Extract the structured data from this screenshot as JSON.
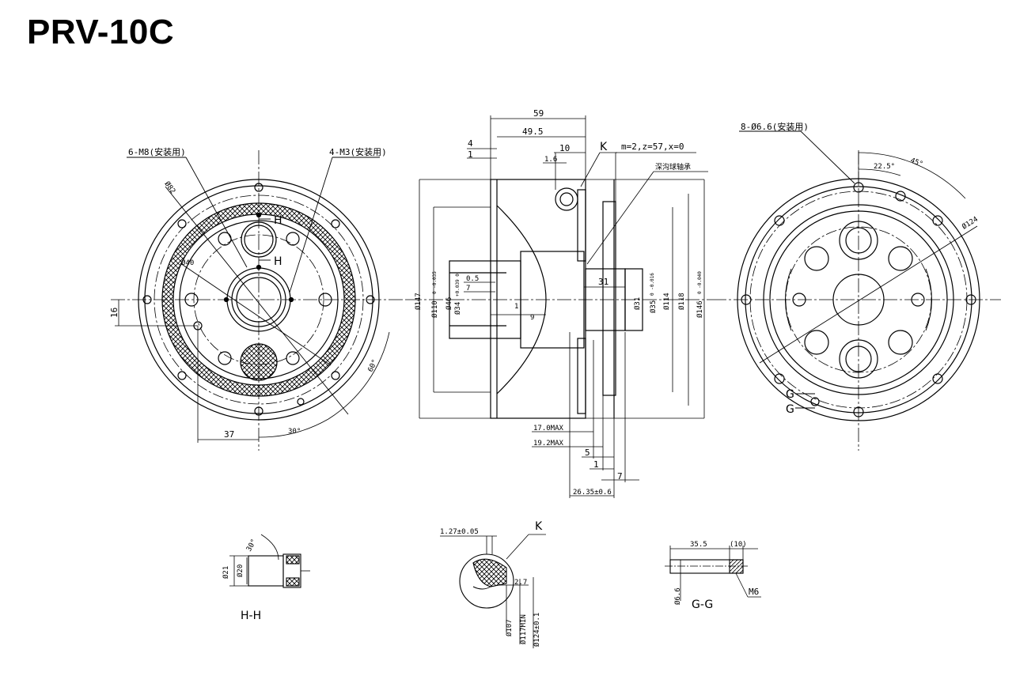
{
  "title": "PRV-10C",
  "left_view": {
    "callout_m8": "6-M8(安装用)",
    "callout_m3": "4-M3(安装用)",
    "dia_82": "Ø82",
    "dia_40": "Ø40",
    "sect_h_top": "H",
    "sect_h_mid": "H",
    "dim_16": "16",
    "dim_37": "37",
    "ang_30": "30°",
    "ang_60": "60°"
  },
  "center_view": {
    "dim_59": "59",
    "dim_49_5": "49.5",
    "dim_4": "4",
    "dim_1_top": "1",
    "dim_10": "10",
    "dim_1_6": "1.6",
    "label_k": "K",
    "gear_spec": "m=2,z=57,x=0",
    "bearing_note": "深沟球轴承",
    "dia_147": "Ø147",
    "dia_110": "Ø110",
    "tol_110": "0 -0.035",
    "dia_46": "Ø46",
    "dia_34": "Ø34",
    "tol_34": "+0.039 0",
    "dim_0_5": "0.5",
    "dim_7_a": "7",
    "dim_1_mid": "1",
    "dim_9": "9",
    "dim_31": "31",
    "dia_31": "Ø31",
    "dia_35": "Ø35",
    "tol_35": "0 -0.016",
    "dia_114": "Ø114",
    "dia_118": "Ø118",
    "dia_146": "Ø146",
    "tol_146": "0 -0.040",
    "dim_17": "17.0MAX",
    "dim_19_2": "19.2MAX",
    "dim_5": "5",
    "dim_1_bot": "1",
    "dim_7_b": "7",
    "dim_26_35": "26.35±0.6"
  },
  "right_view": {
    "callout_holes": "8-Ø6.6(安装用)",
    "ang_22_5": "22.5°",
    "ang_45": "45°",
    "dia_124": "Ø124",
    "sect_g_1": "G",
    "sect_g_2": "G"
  },
  "detail_hh": {
    "ang_30": "30°",
    "dia_21": "Ø21",
    "dia_20": "Ø20",
    "caption": "H-H"
  },
  "detail_k": {
    "dim_1_27": "1.27±0.05",
    "label_k": "K",
    "dim_2_7": "2.7",
    "dia_107": "Ø107",
    "dia_117": "Ø117MIN",
    "dia_124": "Ø124±0.1"
  },
  "detail_gg": {
    "dim_35_5": "35.5",
    "dim_10": "(10)",
    "dia_6_6": "Ø6.6",
    "caption": "G-G",
    "thread": "M6"
  }
}
